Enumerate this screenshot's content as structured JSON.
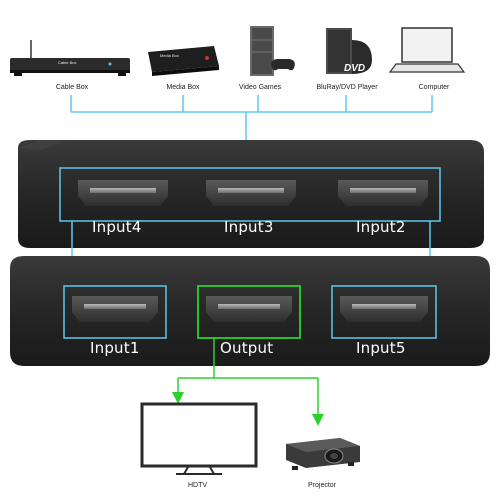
{
  "sources": [
    {
      "label": "Cable Box",
      "icon": "cable-box-icon",
      "brand": "Cable Box"
    },
    {
      "label": "Media Box",
      "icon": "media-box-icon",
      "brand": "Media Box"
    },
    {
      "label": "Video Games",
      "icon": "game-console-icon"
    },
    {
      "label": "BluRay/DVD Player",
      "icon": "bluray-dvd-player-icon",
      "brand": "DVD"
    },
    {
      "label": "Computer",
      "icon": "laptop-icon"
    }
  ],
  "switch_top": {
    "ports": [
      {
        "label": "Input4"
      },
      {
        "label": "Input3"
      },
      {
        "label": "Input2"
      }
    ]
  },
  "switch_bottom": {
    "ports": [
      {
        "label": "Input1"
      },
      {
        "label": "Output"
      },
      {
        "label": "Input5"
      }
    ]
  },
  "outputs": [
    {
      "label": "HDTV",
      "icon": "tv-icon"
    },
    {
      "label": "Projector",
      "icon": "projector-icon"
    }
  ],
  "colors": {
    "input_line": "#5bc8ef",
    "output_line": "#2bd12b",
    "device_body": "#2a2a2a",
    "port_frame": "#5bc8ef",
    "output_frame": "#2bd12b"
  }
}
